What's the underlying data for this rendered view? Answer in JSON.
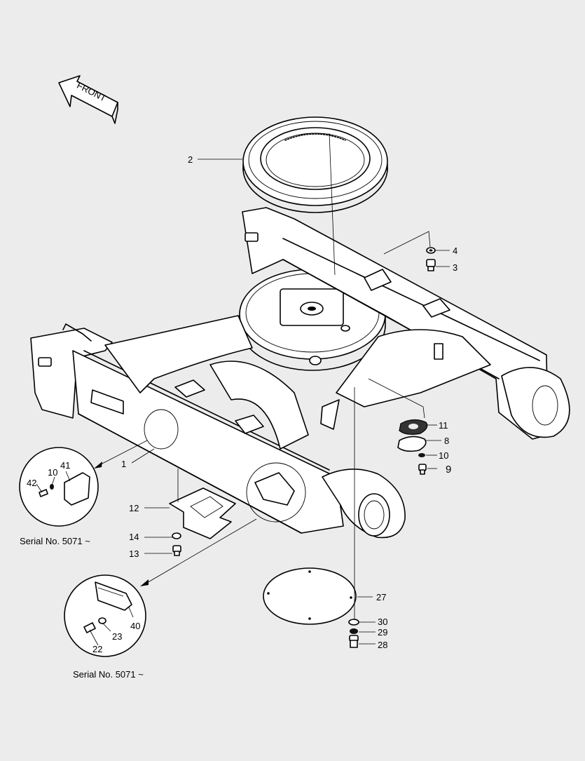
{
  "front_arrow": {
    "label": "FRONT",
    "icon": "front-arrow-icon"
  },
  "part_numbers": {
    "p1": "1",
    "p2": "2",
    "p3": "3",
    "p4": "4",
    "p8": "8",
    "p9": "9",
    "p10a": "10",
    "p11": "11",
    "p12": "12",
    "p13": "13",
    "p14": "14",
    "p27": "27",
    "p28": "28",
    "p29": "29",
    "p30": "30",
    "p10b": "10",
    "p41": "41",
    "p42": "42",
    "p22": "22",
    "p23": "23",
    "p40": "40"
  },
  "detail_notes": {
    "serial_a": "Serial No. 5071 ~",
    "serial_b": "Serial No. 5071 ~"
  }
}
